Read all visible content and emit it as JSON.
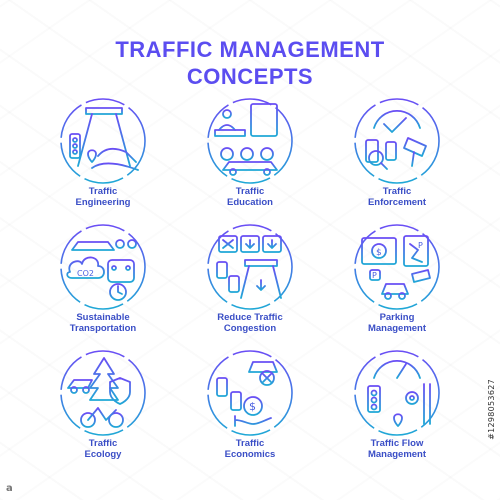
{
  "title": {
    "line1": "TRAFFIC MANAGEMENT",
    "line2": "CONCEPTS"
  },
  "colors": {
    "accent_start": "#6a4df5",
    "accent_end": "#1fa8d6"
  },
  "concepts": [
    {
      "line1": "Traffic",
      "line2": "Engineering",
      "icon": "traffic-engineering-icon"
    },
    {
      "line1": "Traffic",
      "line2": "Education",
      "icon": "traffic-education-icon"
    },
    {
      "line1": "Traffic",
      "line2": "Enforcement",
      "icon": "traffic-enforcement-icon"
    },
    {
      "line1": "Sustainable",
      "line2": "Transportation",
      "icon": "sustainable-transportation-icon"
    },
    {
      "line1": "Reduce Traffic",
      "line2": "Congestion",
      "icon": "reduce-congestion-icon"
    },
    {
      "line1": "Parking",
      "line2": "Management",
      "icon": "parking-management-icon"
    },
    {
      "line1": "Traffic",
      "line2": "Ecology",
      "icon": "traffic-ecology-icon"
    },
    {
      "line1": "Traffic",
      "line2": "Economics",
      "icon": "traffic-economics-icon"
    },
    {
      "line1": "Traffic Flow",
      "line2": "Management",
      "icon": "traffic-flow-icon"
    }
  ],
  "stock_id": "#1298053627",
  "watermark_logo": "a"
}
